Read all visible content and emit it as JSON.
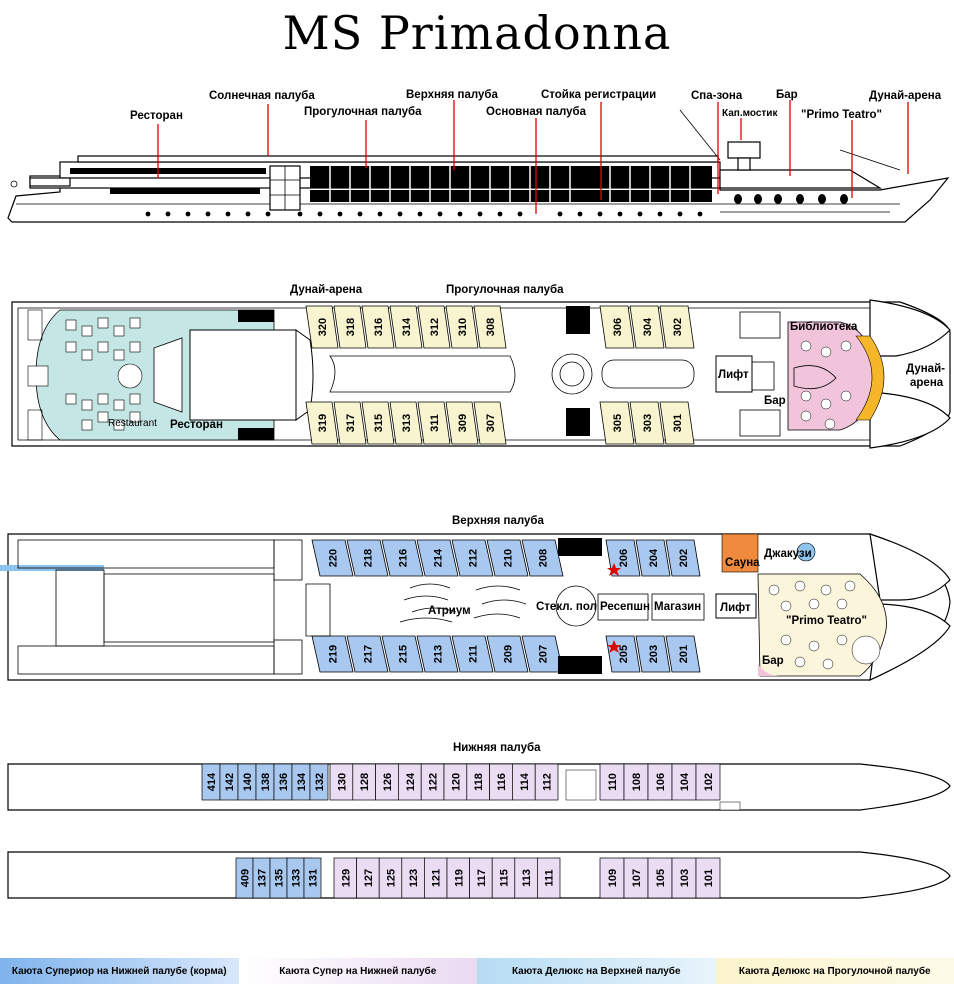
{
  "title": "MS Primadonna",
  "colors": {
    "superior": "#a9c8ef",
    "super": "#eadcf3",
    "deluxe_upper": "#a9c8ef",
    "deluxe_prom": "#f7f4cf",
    "restaurant": "#c4e6e4",
    "library": "#f1c4dc",
    "theatre": "#fbf5dc",
    "sauna": "#f08a3c",
    "red": "#e00000"
  },
  "profile": {
    "labels": {
      "restaurant": "Ресторан",
      "sun_deck": "Солнечная палуба",
      "promenade_deck": "Прогулочная палуба",
      "upper_deck": "Верхняя палуба",
      "main_deck": "Основная палуба",
      "reception": "Стойка регистрации",
      "spa": "Спа-зона",
      "bridge": "Кап.мостик",
      "bar": "Бар",
      "primo_teatro": "\"Primo Teatro\"",
      "danube_arena": "Дунай-арена"
    }
  },
  "promenade": {
    "title": "Прогулочная палуба",
    "danube_arena_top": "Дунай-арена",
    "restaurant_en": "Restaurant",
    "restaurant_ru": "Ресторан",
    "library": "Библиотека",
    "lift": "Лифт",
    "bar": "Бар",
    "danube_arena_side_1": "Дунай-",
    "danube_arena_side_2": "арена",
    "cabins_top": [
      "320",
      "318",
      "316",
      "314",
      "312",
      "310",
      "308",
      "306",
      "304",
      "302"
    ],
    "cabins_bottom": [
      "319",
      "317",
      "315",
      "313",
      "311",
      "309",
      "307",
      "305",
      "303",
      "301"
    ]
  },
  "upper": {
    "title": "Верхняя палуба",
    "atrium": "Атриум",
    "glass_floor": "Стекл. пол",
    "reception": "Ресепшн",
    "shop": "Магазин",
    "lift": "Лифт",
    "sauna": "Сауна",
    "jacuzzi": "Джакузи",
    "theatre": "\"Primo Teatro\"",
    "bar": "Бар",
    "cabins_top": [
      "220",
      "218",
      "216",
      "214",
      "212",
      "210",
      "208",
      "206",
      "204",
      "202"
    ],
    "cabins_bottom": [
      "219",
      "217",
      "215",
      "213",
      "211",
      "209",
      "207",
      "205",
      "203",
      "201"
    ]
  },
  "lower": {
    "title": "Нижняя палуба",
    "top_superior": [
      "414",
      "142",
      "140",
      "138",
      "136",
      "134",
      "132"
    ],
    "top_super": [
      "130",
      "128",
      "126",
      "124",
      "122",
      "120",
      "118",
      "116",
      "114",
      "112"
    ],
    "top_super_fwd": [
      "110",
      "108",
      "106",
      "104",
      "102"
    ],
    "bottom_superior": [
      "409",
      "137",
      "135",
      "133",
      "131"
    ],
    "bottom_super": [
      "129",
      "127",
      "125",
      "123",
      "121",
      "119",
      "117",
      "115",
      "113",
      "111"
    ],
    "bottom_super_fwd": [
      "109",
      "107",
      "105",
      "103",
      "101"
    ]
  },
  "legend": [
    {
      "label": "Каюта Супериор на Нижней палубе (корма)",
      "color": "#9dc3f0"
    },
    {
      "label": "Каюта Супер на Нижней палубе",
      "color": "#f1e3f6"
    },
    {
      "label": "Каюта Делюкс на Верхней палубе",
      "color": "#cfe8f6"
    },
    {
      "label": "Каюта Делюкс на Прогулочной палубе",
      "color": "#fbf7d8"
    }
  ]
}
